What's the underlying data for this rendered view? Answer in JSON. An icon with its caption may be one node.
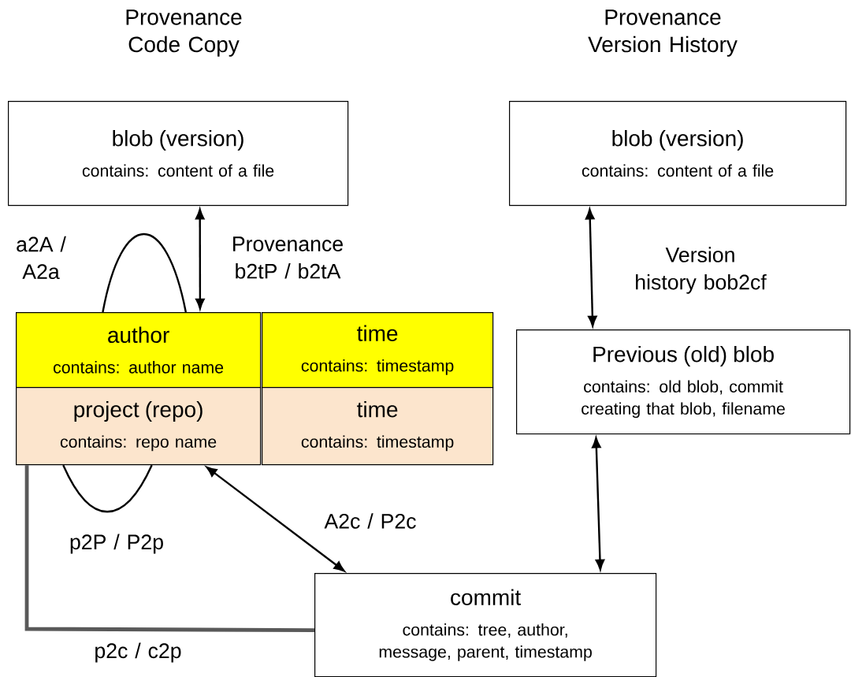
{
  "diagram": {
    "nodes": [
      {
        "text": [
          "blob (version)",
          "contains: content of a file"
        ]
      },
      {
        "text": [
          "author",
          "contains: author name"
        ]
      },
      {
        "text": [
          "time",
          "contains: timestamp"
        ]
      },
      {
        "text": [
          "project (repo)",
          "contains: repo name"
        ]
      },
      {
        "text": [
          "time",
          "contains: timestamp"
        ]
      },
      {
        "text": [
          "blob (version)",
          "contains: content of a file"
        ]
      },
      {
        "text": [
          "Previous (old) blob",
          "contains: old blob, commit creating that blob, filename"
        ]
      },
      {
        "text": [
          "commit",
          "contains: tree, author, message, parent, timestamp"
        ]
      }
    ],
    "edges": [
      {
        "from": 0,
        "to": 1,
        "arrow": "both",
        "label": "Provenance b2tP / b2tA"
      },
      {
        "from": 1,
        "to": 1,
        "arrow": "none",
        "label": "a2A / A2a"
      },
      {
        "from": 3,
        "to": 3,
        "arrow": "none",
        "label": "p2P / P2p"
      },
      {
        "from": 3,
        "to": 7,
        "arrow": "both",
        "label": "A2c / P2c"
      },
      {
        "from": 3,
        "to": 7,
        "arrow": "none",
        "label": "p2c / c2p",
        "style": "thick",
        "color": "#595959"
      },
      {
        "from": 5,
        "to": 6,
        "arrow": "both",
        "label": "Version history bob2cf"
      },
      {
        "from": 6,
        "to": 7,
        "arrow": "both"
      }
    ],
    "labels": [
      "Provenance Code Copy",
      "Provenance Version History"
    ]
  }
}
